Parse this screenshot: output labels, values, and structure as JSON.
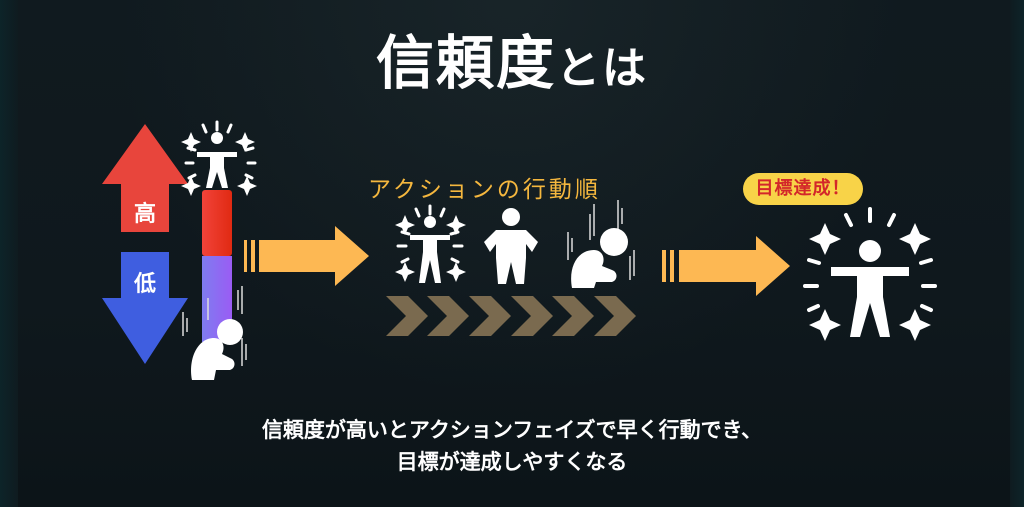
{
  "title": {
    "main": "信頼度",
    "suffix": "とは"
  },
  "trust_scale": {
    "high_label": "高",
    "low_label": "低",
    "high_color": "#e8453c",
    "low_color": "#3f5ee0",
    "bar_top_color": "#e8321f",
    "bar_bottom_color": "#8b6cf2",
    "top_figure": "celebrating-person-icon",
    "bottom_figure": "crouching-sad-person-icon"
  },
  "action_order": {
    "label": "アクションの行動順",
    "label_color": "#f5b73e",
    "figures": [
      "celebrating-person-icon",
      "standing-person-icon",
      "crouching-sad-person-icon"
    ],
    "chevron_count": 6,
    "chevron_color": "#7a6a4f"
  },
  "goal": {
    "badge": "目標達成！",
    "badge_bg": "#f8d348",
    "badge_text_color": "#d3262a",
    "figure": "celebrating-person-icon"
  },
  "arrows": {
    "color": "#fdb853"
  },
  "caption": {
    "line1": "信頼度が高いとアクションフェイズで早く行動でき、",
    "line2": "目標が達成しやすくなる"
  }
}
